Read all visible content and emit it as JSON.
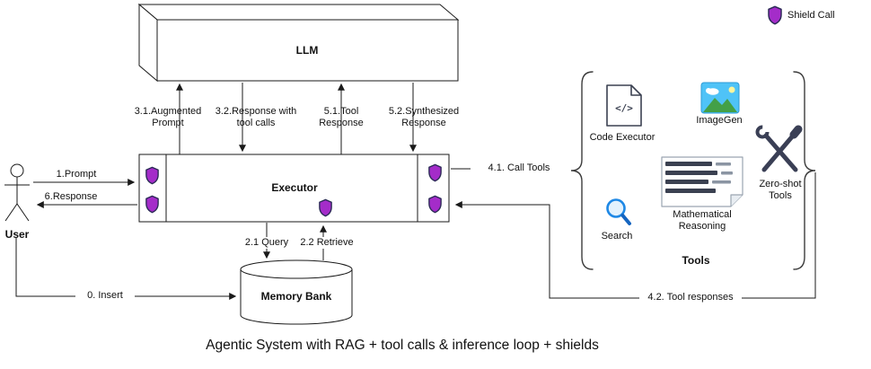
{
  "title": "Agentic System with RAG + tool calls & inference loop + shields",
  "legend": {
    "shield_label": "Shield Call"
  },
  "nodes": {
    "llm": "LLM",
    "executor": "Executor",
    "memory_bank": "Memory Bank",
    "user": "User"
  },
  "tools_panel": {
    "group_label": "Tools",
    "code_executor": {
      "label": "Code Executor",
      "glyph": "</>"
    },
    "imagegen": {
      "label": "ImageGen"
    },
    "search": {
      "label": "Search"
    },
    "math_reasoning": {
      "label": "Mathematical Reasoning"
    },
    "zero_shot": {
      "label": "Zero-shot Tools"
    }
  },
  "edges": {
    "insert": "0. Insert",
    "prompt": "1.Prompt",
    "query": "2.1 Query",
    "retrieve": "2.2 Retrieve",
    "augmented_prompt": "3.1.Augmented Prompt",
    "response_tool_calls": "3.2.Response with tool calls",
    "call_tools": "4.1. Call Tools",
    "tool_responses": "4.2. Tool responses",
    "tool_response": "5.1.Tool Response",
    "synthesized_response": "5.2.Synthesized Response",
    "response": "6.Response"
  },
  "colors": {
    "line": "#1a1a1a",
    "shield_fill": "#A42CC9",
    "shield_stroke": "#2A2A55",
    "accent_blue": "#1565C0",
    "accent_green": "#43A047"
  }
}
